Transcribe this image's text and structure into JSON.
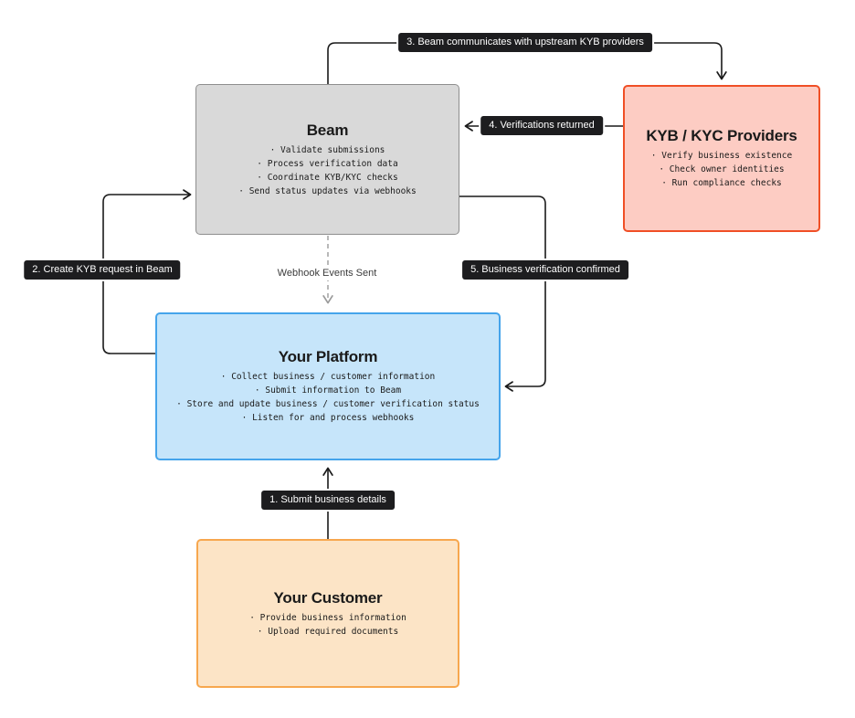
{
  "diagram": {
    "boxes": {
      "beam": {
        "title": "Beam",
        "items": [
          "Validate submissions",
          "Process verification data",
          "Coordinate KYB/KYC checks",
          "Send status updates via webhooks"
        ]
      },
      "kyb": {
        "title": "KYB / KYC Providers",
        "items": [
          "Verify business existence",
          "Check owner identities",
          "Run compliance checks"
        ]
      },
      "platform": {
        "title": "Your Platform",
        "items": [
          "Collect business / customer information",
          "Submit information to Beam",
          "Store and update business / customer verification status",
          "Listen for and process webhooks"
        ]
      },
      "customer": {
        "title": "Your Customer",
        "items": [
          "Provide business information",
          "Upload required documents"
        ]
      }
    },
    "labels": {
      "step1": "1. Submit business details",
      "step2": "2. Create KYB request in Beam",
      "step3": "3. Beam communicates with upstream KYB providers",
      "step4": "4. Verifications returned",
      "step5": "5. Business verification confirmed",
      "webhook": "Webhook Events Sent"
    },
    "colors": {
      "beam_fill": "#d9d9d9",
      "beam_border": "#8e8e8e",
      "kyb_fill": "#fdccc3",
      "kyb_border": "#f04f26",
      "platform_fill": "#c6e5fa",
      "platform_border": "#45a4eb",
      "customer_fill": "#fce4c6",
      "customer_border": "#f7a74e",
      "badge_bg": "#1d1d1f",
      "badge_text": "#ffffff",
      "arrow": "#1a1a1a",
      "dashed_arrow": "#9b9b9b"
    }
  }
}
